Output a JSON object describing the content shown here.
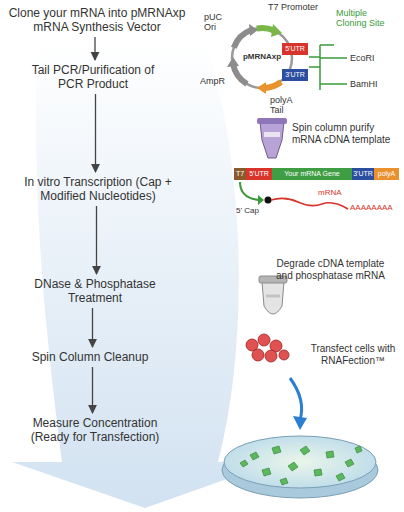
{
  "diagram": {
    "nodes": [
      {
        "text": [
          "Clone your mRNA into pMRNAxp mRNA Synthesis Vector"
        ]
      },
      {
        "text": [
          "Tail PCR/Purification of PCR Product"
        ]
      },
      {
        "text": [
          "In vitro Transcription (Cap + Modified Nucleotides)"
        ]
      },
      {
        "text": [
          "DNase & Phosphatase Treatment"
        ]
      },
      {
        "text": [
          "Spin Column Cleanup"
        ]
      },
      {
        "text": [
          "Measure Concentration (Ready for Transfection)"
        ]
      }
    ],
    "edges": [
      {
        "from": 0,
        "to": 1,
        "arrow": "to"
      },
      {
        "from": 1,
        "to": 2,
        "arrow": "to"
      },
      {
        "from": 2,
        "to": 3,
        "arrow": "to"
      },
      {
        "from": 3,
        "to": 4,
        "arrow": "to"
      },
      {
        "from": 4,
        "to": 5,
        "arrow": "to"
      }
    ],
    "labels": [
      "pMRNAxp",
      "pUC Ori",
      "T7 Promoter",
      "Multiple Cloning Site",
      "5'UTR",
      "3'UTR",
      "EcoRI",
      "BamHI",
      "AmpR",
      "polyA Tail",
      "Spin column purify mRNA cDNA template",
      "T7",
      "5'UTR",
      "Your mRNA Gene",
      "3'UTR",
      "polyA",
      "5' Cap",
      "mRNA",
      "AAAAAAAA",
      "Degrade cDNA template and phosphatase mRNA",
      "Transfect cells with RNAFection™"
    ]
  }
}
